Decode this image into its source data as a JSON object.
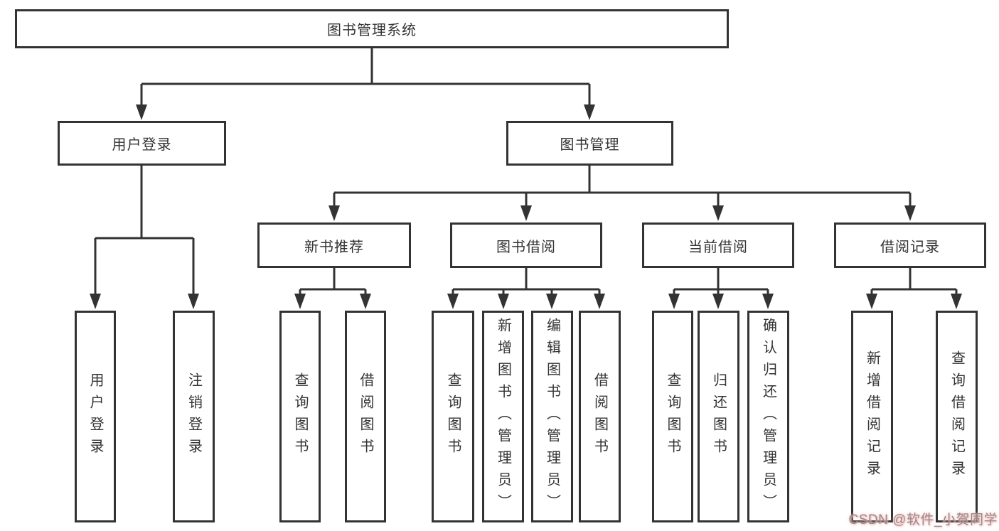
{
  "colors": {
    "line": "#333333",
    "box_bg": "#ffffff",
    "text": "#333333",
    "watermark_text": "#8f8f8f",
    "watermark_glow": "#ffb3b3"
  },
  "nodes": {
    "root": "图书管理系统",
    "user_login": "用户登录",
    "book_management": "图书管理",
    "new_book_recommend": "新书推荐",
    "book_borrow": "图书借阅",
    "current_borrow": "当前借阅",
    "borrow_records": "借阅记录",
    "leaf_user_login": "用户登录",
    "leaf_logout": "注销登录",
    "leaf_recommend_search_book": "查询图书",
    "leaf_recommend_borrow_book": "借阅图书",
    "leaf_borrow_search_book": "查询图书",
    "leaf_borrow_add_book": "新增图书（管理员）",
    "leaf_borrow_edit_book": "编辑图书（管理员）",
    "leaf_borrow_borrow_book": "借阅图书",
    "leaf_current_search_book": "查询图书",
    "leaf_current_return_book": "归还图书",
    "leaf_current_confirm_return": "确认归还（管理员）",
    "leaf_records_add_record": "新增借阅记录",
    "leaf_records_search_record": "查询借阅记录"
  },
  "watermark": "CSDN @软件_小贺同学"
}
